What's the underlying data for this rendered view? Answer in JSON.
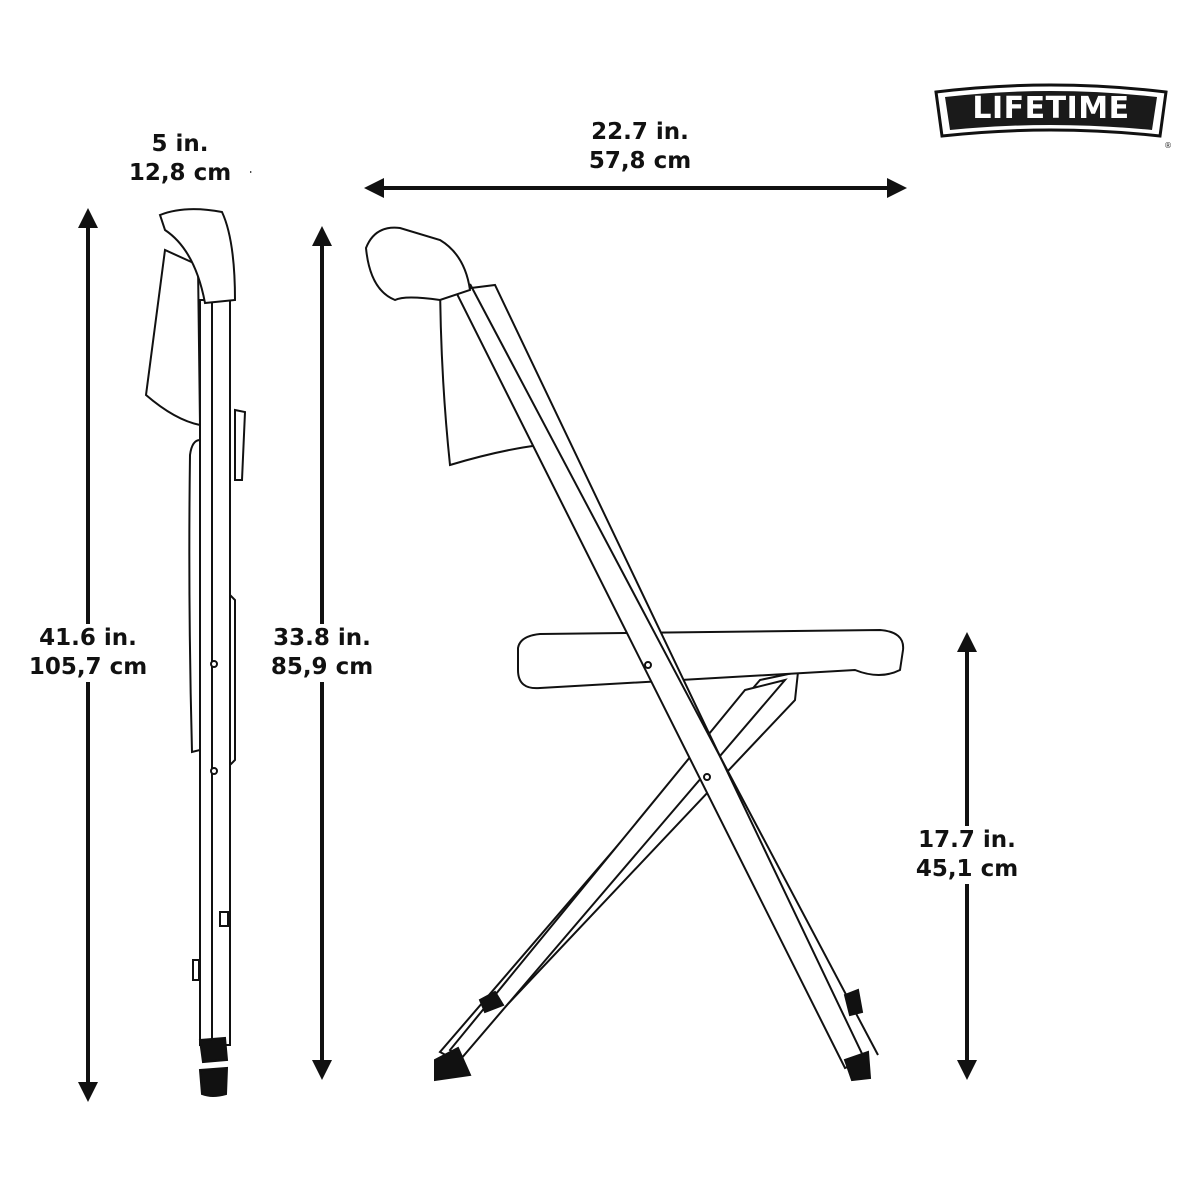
{
  "brand": {
    "logo_text": "LIFETIME",
    "registered_mark": "®"
  },
  "dimensions": {
    "folded_depth": {
      "imperial": "5 in.",
      "metric": "12,8 cm"
    },
    "width": {
      "imperial": "22.7 in.",
      "metric": "57,8 cm"
    },
    "folded_height": {
      "imperial": "41.6 in.",
      "metric": "105,7 cm"
    },
    "height": {
      "imperial": "33.8 in.",
      "metric": "85,9 cm"
    },
    "seat_height": {
      "imperial": "17.7 in.",
      "metric": "45,1 cm"
    }
  },
  "colors": {
    "line": "#111111",
    "background": "#ffffff"
  }
}
